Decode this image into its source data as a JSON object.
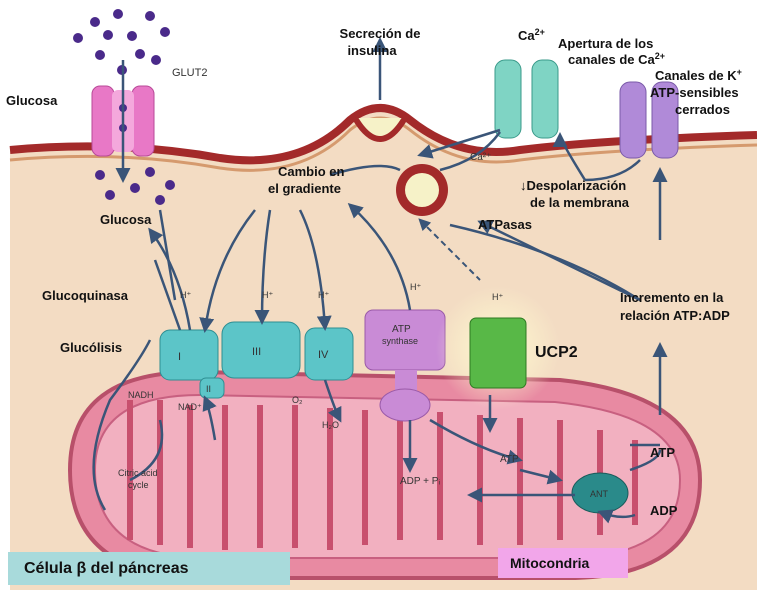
{
  "labels": {
    "glucosa_top": "Glucosa",
    "glut2": "GLUT2",
    "glucosa_inside": "Glucosa",
    "glucoquinasa": "Glucoquinasa",
    "glucolisis": "Glucólisis",
    "secrecion_1": "Secreción de",
    "secrecion_2": "insulina",
    "ca2_top": "Ca",
    "ca2_sup": "2+",
    "apertura_1": "Apertura de los",
    "apertura_2": "canales de Ca",
    "apertura_sup": "2+",
    "katp_1": "Canales de K",
    "katp_sup": "+",
    "katp_2": "ATP-sensibles",
    "katp_3": "cerrados",
    "cambio_1": "Cambio en",
    "cambio_2": "el gradiente",
    "despol_1": "↓Despolarización",
    "despol_2": "de la membrana",
    "atpasas": "ATPasas",
    "ca_membrane": "Ca²⁺",
    "incremento_1": "Incremento en la",
    "incremento_2": "relación ATP:ADP",
    "ucp2": "UCP2",
    "atp_right": "ATP",
    "adp_right": "ADP",
    "celula": "Célula β del páncreas",
    "mitocondria": "Mitocondria"
  },
  "small_labels": {
    "complex_1": "I",
    "complex_3": "III",
    "complex_4": "IV",
    "atp_synthase_1": "ATP",
    "atp_synthase_2": "synthase",
    "hplus": "H⁺",
    "nadh": "NADH",
    "nad": "NAD⁺",
    "complex_2": "II",
    "o2": "O₂",
    "h2o": "H₂O",
    "cac_1": "Citric acid",
    "cac_2": "cycle",
    "adp_pi": "ADP + Pᵢ",
    "atp_mito": "ATP",
    "ant": "ANT"
  },
  "colors": {
    "cytoplasm": "#f3dcc3",
    "membrane": "#a32a2a",
    "mitochondria": "#e88aa2",
    "complex": "#5cc5c8",
    "atp_synthase": "#c98bd6",
    "ucp2": "#58b847",
    "glut2": "#e878c6",
    "ca_channel": "#7fd4c4",
    "k_channel": "#b08ad8",
    "arrow": "#3a5578",
    "celula_box": "#a8dadb",
    "mito_box": "#f2a6ea"
  }
}
